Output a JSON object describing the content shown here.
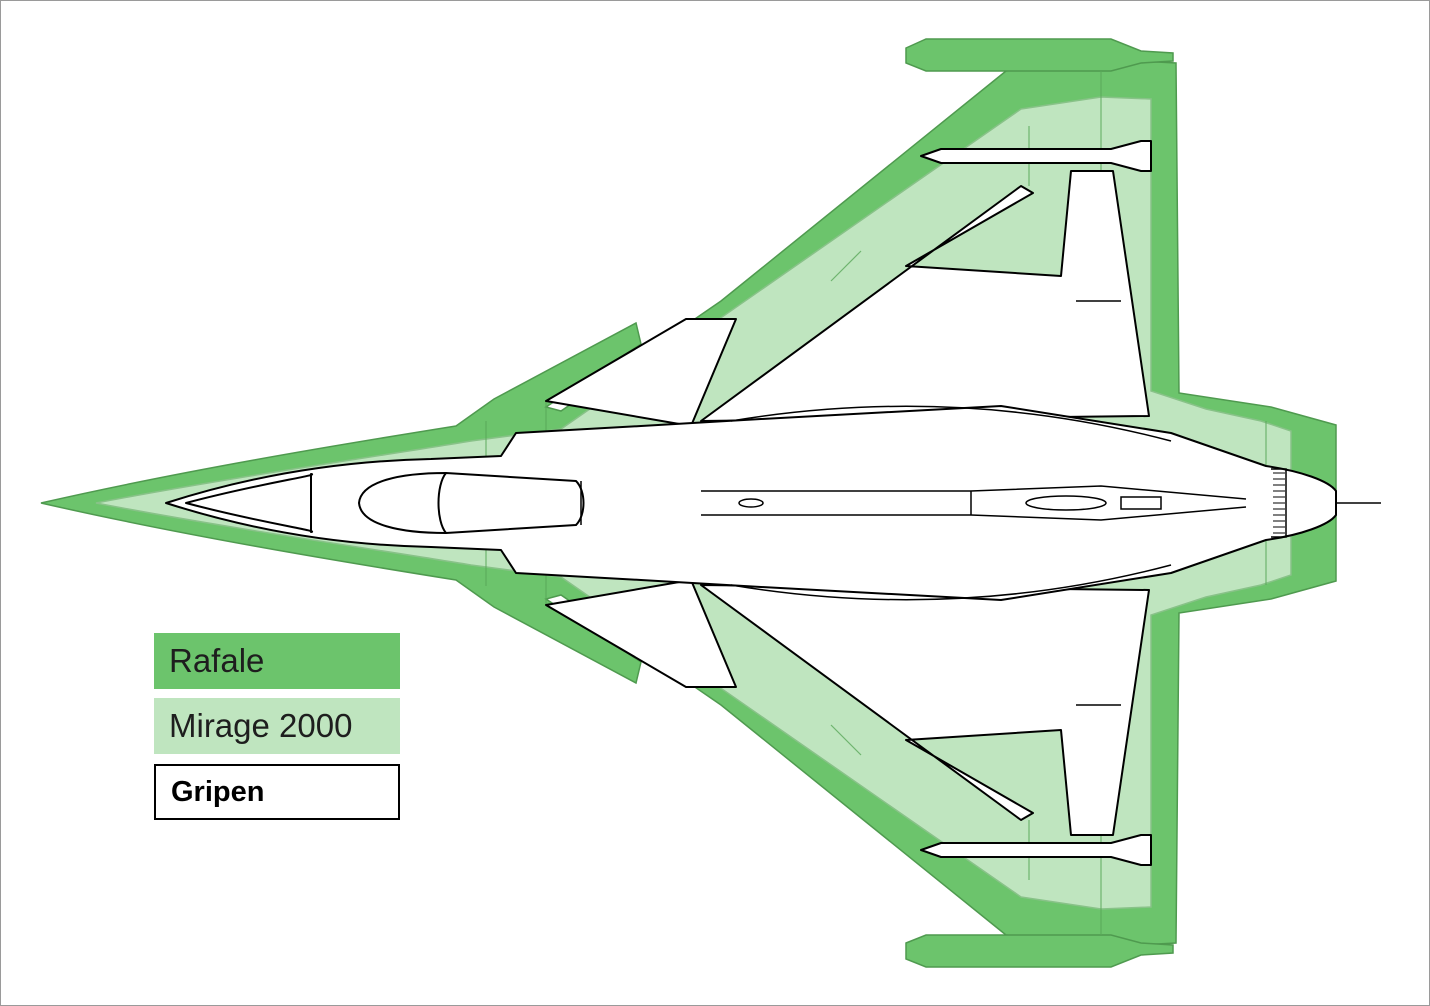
{
  "legend": {
    "items": [
      {
        "key": "rafale",
        "label": "Rafale",
        "color": "#6cc46c"
      },
      {
        "key": "mirage",
        "label": "Mirage 2000",
        "color": "#bfe5bf"
      },
      {
        "key": "gripen",
        "label": "Gripen",
        "color": "#ffffff",
        "border": "#000000"
      }
    ]
  },
  "colors": {
    "outline": "#000000",
    "rafale_edge": "#4f9a4f",
    "mirage_edge": "#88c288"
  }
}
